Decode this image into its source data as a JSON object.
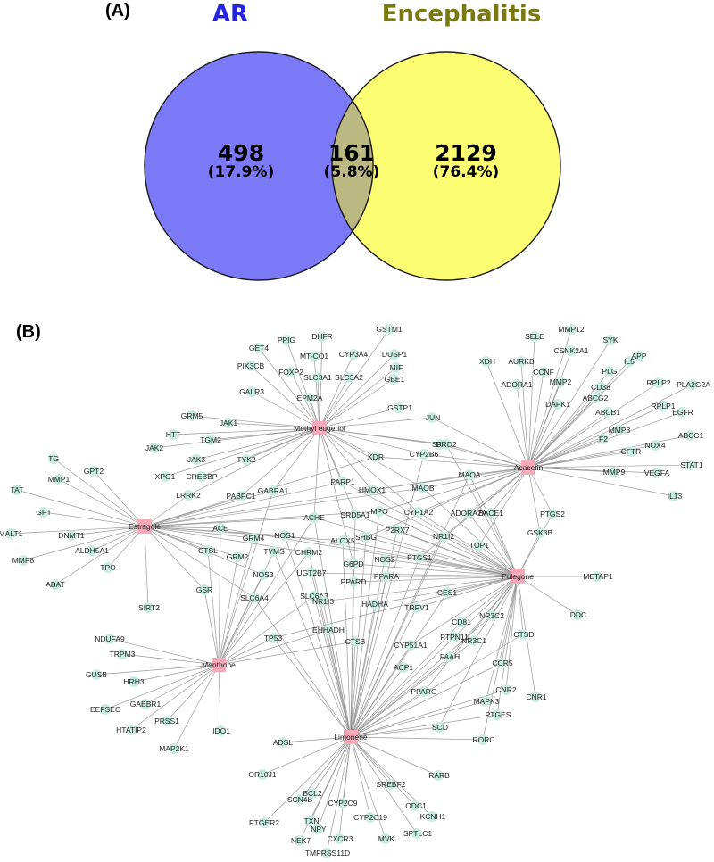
{
  "panel_a": {
    "label": "(A)",
    "sets": [
      {
        "name": "AR",
        "color": "#7b79f5",
        "label_color": "#2323e0"
      },
      {
        "name": "Encephalitis",
        "color": "#fdfd73",
        "label_color": "#7b7a10"
      }
    ],
    "overlap_color": "#bcb882",
    "regions": [
      {
        "id": "ar-only",
        "count": "498",
        "percent": "(17.9%)"
      },
      {
        "id": "shared",
        "count": "161",
        "percent": "(5.8%)"
      },
      {
        "id": "enc-only",
        "count": "2129",
        "percent": "(76.4%)"
      }
    ]
  },
  "panel_b": {
    "label": "(B)",
    "hub_color": "#f6a9b9",
    "node_color": "#c9ece2",
    "hubs": [
      "Methyl eugenol",
      "Acacetin",
      "Estragole",
      "Pulegone",
      "Menthone",
      "Limonene"
    ],
    "nodes": [
      {
        "name": "GSTM1",
        "links": [
          "Methyl eugenol"
        ]
      },
      {
        "name": "PPIG",
        "links": [
          "Methyl eugenol"
        ]
      },
      {
        "name": "DHFR",
        "links": [
          "Methyl eugenol"
        ]
      },
      {
        "name": "GET4",
        "links": [
          "Methyl eugenol"
        ]
      },
      {
        "name": "MT-CO1",
        "links": [
          "Methyl eugenol"
        ]
      },
      {
        "name": "CYP3A4",
        "links": [
          "Methyl eugenol"
        ]
      },
      {
        "name": "DUSP1",
        "links": [
          "Methyl eugenol"
        ]
      },
      {
        "name": "PIK3CB",
        "links": [
          "Methyl eugenol"
        ]
      },
      {
        "name": "FOXP2",
        "links": [
          "Methyl eugenol"
        ]
      },
      {
        "name": "SLC3A1",
        "links": [
          "Methyl eugenol"
        ]
      },
      {
        "name": "SLC3A2",
        "links": [
          "Methyl eugenol"
        ]
      },
      {
        "name": "MIF",
        "links": [
          "Methyl eugenol"
        ]
      },
      {
        "name": "GBE1",
        "links": [
          "Methyl eugenol"
        ]
      },
      {
        "name": "GALR3",
        "links": [
          "Methyl eugenol"
        ]
      },
      {
        "name": "EPM2A",
        "links": [
          "Methyl eugenol"
        ]
      },
      {
        "name": "GSTP1",
        "links": [
          "Methyl eugenol"
        ]
      },
      {
        "name": "GRM5",
        "links": [
          "Methyl eugenol"
        ]
      },
      {
        "name": "JAK1",
        "links": [
          "Methyl eugenol"
        ]
      },
      {
        "name": "HTT",
        "links": [
          "Methyl eugenol"
        ]
      },
      {
        "name": "TGM2",
        "links": [
          "Methyl eugenol"
        ]
      },
      {
        "name": "JAK2",
        "links": [
          "Methyl eugenol"
        ]
      },
      {
        "name": "JAK3",
        "links": [
          "Methyl eugenol"
        ]
      },
      {
        "name": "TYK2",
        "links": [
          "Methyl eugenol"
        ]
      },
      {
        "name": "XPO1",
        "links": [
          "Methyl eugenol"
        ]
      },
      {
        "name": "CREBBP",
        "links": [
          "Methyl eugenol"
        ]
      },
      {
        "name": "JUN",
        "links": [
          "Methyl eugenol",
          "Acacetin"
        ]
      },
      {
        "name": "SRC",
        "links": [
          "Methyl eugenol",
          "Acacetin"
        ]
      },
      {
        "name": "MMP12",
        "links": [
          "Acacetin"
        ]
      },
      {
        "name": "SELE",
        "links": [
          "Acacetin"
        ]
      },
      {
        "name": "SYK",
        "links": [
          "Acacetin"
        ]
      },
      {
        "name": "CSNK2A1",
        "links": [
          "Acacetin"
        ]
      },
      {
        "name": "PLG",
        "links": [
          "Acacetin"
        ]
      },
      {
        "name": "XDH",
        "links": [
          "Acacetin"
        ]
      },
      {
        "name": "AURKB",
        "links": [
          "Acacetin"
        ]
      },
      {
        "name": "IL5",
        "links": [
          "Acacetin"
        ]
      },
      {
        "name": "APP",
        "links": [
          "Acacetin"
        ]
      },
      {
        "name": "CCNF",
        "links": [
          "Acacetin"
        ]
      },
      {
        "name": "CD38",
        "links": [
          "Acacetin"
        ]
      },
      {
        "name": "ADORA1",
        "links": [
          "Acacetin"
        ]
      },
      {
        "name": "MMP2",
        "links": [
          "Acacetin"
        ]
      },
      {
        "name": "ABCG2",
        "links": [
          "Acacetin"
        ]
      },
      {
        "name": "RPLP2",
        "links": [
          "Acacetin"
        ]
      },
      {
        "name": "PLA2G2A",
        "links": [
          "Acacetin"
        ]
      },
      {
        "name": "DAPK1",
        "links": [
          "Acacetin"
        ]
      },
      {
        "name": "ABCB1",
        "links": [
          "Acacetin"
        ]
      },
      {
        "name": "RPLP1",
        "links": [
          "Acacetin"
        ]
      },
      {
        "name": "EGFR",
        "links": [
          "Acacetin"
        ]
      },
      {
        "name": "MMP3",
        "links": [
          "Acacetin"
        ]
      },
      {
        "name": "F2",
        "links": [
          "Acacetin"
        ]
      },
      {
        "name": "ABCC1",
        "links": [
          "Acacetin"
        ]
      },
      {
        "name": "NOX4",
        "links": [
          "Acacetin"
        ]
      },
      {
        "name": "CFTR",
        "links": [
          "Acacetin"
        ]
      },
      {
        "name": "STAT1",
        "links": [
          "Acacetin"
        ]
      },
      {
        "name": "MMP9",
        "links": [
          "Acacetin"
        ]
      },
      {
        "name": "VEGFA",
        "links": [
          "Acacetin"
        ]
      },
      {
        "name": "IL13",
        "links": [
          "Acacetin"
        ]
      },
      {
        "name": "DRD2",
        "links": [
          "Methyl eugenol",
          "Acacetin",
          "Pulegone"
        ]
      },
      {
        "name": "CYP2B6",
        "links": [
          "Methyl eugenol",
          "Acacetin",
          "Limonene"
        ]
      },
      {
        "name": "KDR",
        "links": [
          "Methyl eugenol",
          "Acacetin",
          "Estragole"
        ]
      },
      {
        "name": "MAOA",
        "links": [
          "Acacetin",
          "Pulegone",
          "Estragole",
          "Limonene"
        ]
      },
      {
        "name": "MAOB",
        "links": [
          "Acacetin",
          "Methyl eugenol",
          "Estragole",
          "Pulegone"
        ]
      },
      {
        "name": "TG",
        "links": [
          "Estragole"
        ]
      },
      {
        "name": "GPT2",
        "links": [
          "Estragole"
        ]
      },
      {
        "name": "MMP1",
        "links": [
          "Estragole"
        ]
      },
      {
        "name": "TAT",
        "links": [
          "Estragole"
        ]
      },
      {
        "name": "GPT",
        "links": [
          "Estragole"
        ]
      },
      {
        "name": "DNMT1",
        "links": [
          "Estragole"
        ]
      },
      {
        "name": "MALT1",
        "links": [
          "Estragole"
        ]
      },
      {
        "name": "ALDH5A1",
        "links": [
          "Estragole"
        ]
      },
      {
        "name": "MMP8",
        "links": [
          "Estragole"
        ]
      },
      {
        "name": "TPO",
        "links": [
          "Estragole"
        ]
      },
      {
        "name": "ABAT",
        "links": [
          "Estragole"
        ]
      },
      {
        "name": "LRRK2",
        "links": [
          "Estragole",
          "Methyl eugenol"
        ]
      },
      {
        "name": "PABPC1",
        "links": [
          "Estragole",
          "Methyl eugenol"
        ]
      },
      {
        "name": "GABRA1",
        "links": [
          "Estragole",
          "Methyl eugenol",
          "Menthone"
        ]
      },
      {
        "name": "PARP1",
        "links": [
          "Methyl eugenol",
          "Pulegone",
          "Estragole"
        ]
      },
      {
        "name": "HMOX1",
        "links": [
          "Methyl eugenol",
          "Pulegone",
          "Acacetin"
        ]
      },
      {
        "name": "ACHE",
        "links": [
          "Estragole",
          "Methyl eugenol",
          "Pulegone",
          "Limonene",
          "Menthone"
        ]
      },
      {
        "name": "SRD5A1",
        "links": [
          "Pulegone",
          "Limonene",
          "Methyl eugenol"
        ]
      },
      {
        "name": "MPO",
        "links": [
          "Acacetin",
          "Pulegone",
          "Limonene",
          "Estragole"
        ]
      },
      {
        "name": "CYP1A2",
        "links": [
          "Acacetin",
          "Pulegone",
          "Methyl eugenol"
        ]
      },
      {
        "name": "ADORA2A",
        "links": [
          "Acacetin",
          "Pulegone"
        ]
      },
      {
        "name": "BACE1",
        "links": [
          "Acacetin",
          "Pulegone"
        ]
      },
      {
        "name": "PTGS2",
        "links": [
          "Acacetin",
          "Pulegone"
        ]
      },
      {
        "name": "ACE",
        "links": [
          "Estragole",
          "Menthone",
          "Pulegone"
        ]
      },
      {
        "name": "GRM4",
        "links": [
          "Estragole",
          "Menthone"
        ]
      },
      {
        "name": "NOS1",
        "links": [
          "Estragole",
          "Pulegone",
          "Limonene"
        ]
      },
      {
        "name": "ALOX5",
        "links": [
          "Pulegone",
          "Limonene",
          "Estragole"
        ]
      },
      {
        "name": "SHBG",
        "links": [
          "Pulegone",
          "Limonene",
          "Acacetin"
        ]
      },
      {
        "name": "P2RX7",
        "links": [
          "Pulegone",
          "Limonene"
        ]
      },
      {
        "name": "NR1I2",
        "links": [
          "Pulegone",
          "Limonene",
          "Acacetin"
        ]
      },
      {
        "name": "TOP1",
        "links": [
          "Acacetin",
          "Pulegone"
        ]
      },
      {
        "name": "GSK3B",
        "links": [
          "Acacetin",
          "Pulegone"
        ]
      },
      {
        "name": "CTSL",
        "links": [
          "Estragole",
          "Menthone"
        ]
      },
      {
        "name": "GRM2",
        "links": [
          "Estragole",
          "Menthone"
        ]
      },
      {
        "name": "CHRM2",
        "links": [
          "Menthone",
          "Limonene",
          "Estragole"
        ]
      },
      {
        "name": "TYMS",
        "links": [
          "Menthone",
          "Limonene"
        ]
      },
      {
        "name": "NOS3",
        "links": [
          "Menthone",
          "Estragole"
        ]
      },
      {
        "name": "UGT2B7",
        "links": [
          "Limonene",
          "Pulegone"
        ]
      },
      {
        "name": "G6PD",
        "links": [
          "Limonene",
          "Pulegone",
          "Methyl eugenol"
        ]
      },
      {
        "name": "NOS2",
        "links": [
          "Pulegone",
          "Limonene"
        ]
      },
      {
        "name": "PTGS1",
        "links": [
          "Pulegone",
          "Limonene",
          "Acacetin"
        ]
      },
      {
        "name": "PPARA",
        "links": [
          "Pulegone",
          "Limonene"
        ]
      },
      {
        "name": "PPARD",
        "links": [
          "Limonene",
          "Pulegone"
        ]
      },
      {
        "name": "GSR",
        "links": [
          "Estragole",
          "Menthone"
        ]
      },
      {
        "name": "SLC6A3",
        "links": [
          "Menthone",
          "Limonene"
        ]
      },
      {
        "name": "SLC6A4",
        "links": [
          "Menthone",
          "Limonene",
          "Estragole"
        ]
      },
      {
        "name": "NR1I3",
        "links": [
          "Limonene",
          "Pulegone"
        ]
      },
      {
        "name": "HADHA",
        "links": [
          "Limonene",
          "Pulegone"
        ]
      },
      {
        "name": "CES1",
        "links": [
          "Pulegone",
          "Limonene"
        ]
      },
      {
        "name": "TRPV1",
        "links": [
          "Pulegone",
          "Limonene"
        ]
      },
      {
        "name": "METAP1",
        "links": [
          "Pulegone"
        ]
      },
      {
        "name": "DDC",
        "links": [
          "Pulegone"
        ]
      },
      {
        "name": "SIRT2",
        "links": [
          "Estragole"
        ]
      },
      {
        "name": "TP53",
        "links": [
          "Menthone",
          "Limonene",
          "Pulegone"
        ]
      },
      {
        "name": "EHHADH",
        "links": [
          "Menthone",
          "Limonene"
        ]
      },
      {
        "name": "CTSB",
        "links": [
          "Limonene",
          "Menthone"
        ]
      },
      {
        "name": "CD81",
        "links": [
          "Pulegone",
          "Limonene"
        ]
      },
      {
        "name": "NR3C2",
        "links": [
          "Pulegone",
          "Limonene"
        ]
      },
      {
        "name": "CTSD",
        "links": [
          "Pulegone",
          "Limonene"
        ]
      },
      {
        "name": "CYP51A1",
        "links": [
          "Limonene",
          "Pulegone"
        ]
      },
      {
        "name": "PTPN11",
        "links": [
          "Limonene",
          "Pulegone"
        ]
      },
      {
        "name": "NR3C1",
        "links": [
          "Pulegone",
          "Limonene"
        ]
      },
      {
        "name": "FAAH",
        "links": [
          "Limonene",
          "Pulegone"
        ]
      },
      {
        "name": "CCR5",
        "links": [
          "Limonene",
          "Pulegone"
        ]
      },
      {
        "name": "CNR2",
        "links": [
          "Pulegone",
          "Limonene"
        ]
      },
      {
        "name": "CNR1",
        "links": [
          "Pulegone"
        ]
      },
      {
        "name": "ACP1",
        "links": [
          "Limonene"
        ]
      },
      {
        "name": "PPARG",
        "links": [
          "Limonene",
          "Pulegone"
        ]
      },
      {
        "name": "MAPK3",
        "links": [
          "Limonene",
          "Pulegone"
        ]
      },
      {
        "name": "PTGES",
        "links": [
          "Pulegone",
          "Limonene"
        ]
      },
      {
        "name": "RORC",
        "links": [
          "Limonene",
          "Pulegone"
        ]
      },
      {
        "name": "SCD",
        "links": [
          "Limonene",
          "Pulegone"
        ]
      },
      {
        "name": "NDUFA9",
        "links": [
          "Menthone"
        ]
      },
      {
        "name": "TRPM3",
        "links": [
          "Menthone"
        ]
      },
      {
        "name": "GUSB",
        "links": [
          "Menthone"
        ]
      },
      {
        "name": "HRH3",
        "links": [
          "Menthone"
        ]
      },
      {
        "name": "EEFSEC",
        "links": [
          "Menthone"
        ]
      },
      {
        "name": "GABBR1",
        "links": [
          "Menthone"
        ]
      },
      {
        "name": "HTATIP2",
        "links": [
          "Menthone"
        ]
      },
      {
        "name": "PRSS1",
        "links": [
          "Menthone"
        ]
      },
      {
        "name": "MAP2K1",
        "links": [
          "Menthone"
        ]
      },
      {
        "name": "IDO1",
        "links": [
          "Menthone"
        ]
      },
      {
        "name": "ADSL",
        "links": [
          "Limonene"
        ]
      },
      {
        "name": "OR10J1",
        "links": [
          "Limonene"
        ]
      },
      {
        "name": "RARB",
        "links": [
          "Limonene"
        ]
      },
      {
        "name": "SREBF2",
        "links": [
          "Limonene"
        ]
      },
      {
        "name": "SCN4B",
        "links": [
          "Limonene"
        ]
      },
      {
        "name": "BCL2",
        "links": [
          "Limonene"
        ]
      },
      {
        "name": "CYP2C9",
        "links": [
          "Limonene"
        ]
      },
      {
        "name": "ODC1",
        "links": [
          "Limonene"
        ]
      },
      {
        "name": "CYP2C19",
        "links": [
          "Limonene"
        ]
      },
      {
        "name": "KCNH1",
        "links": [
          "Limonene"
        ]
      },
      {
        "name": "PTGER2",
        "links": [
          "Limonene"
        ]
      },
      {
        "name": "TXN",
        "links": [
          "Limonene"
        ]
      },
      {
        "name": "NPY",
        "links": [
          "Limonene"
        ]
      },
      {
        "name": "MVK",
        "links": [
          "Limonene"
        ]
      },
      {
        "name": "SPTLC1",
        "links": [
          "Limonene"
        ]
      },
      {
        "name": "NEK7",
        "links": [
          "Limonene"
        ]
      },
      {
        "name": "CXCR3",
        "links": [
          "Limonene"
        ]
      },
      {
        "name": "TMPRSS11D",
        "links": [
          "Limonene"
        ]
      }
    ]
  }
}
